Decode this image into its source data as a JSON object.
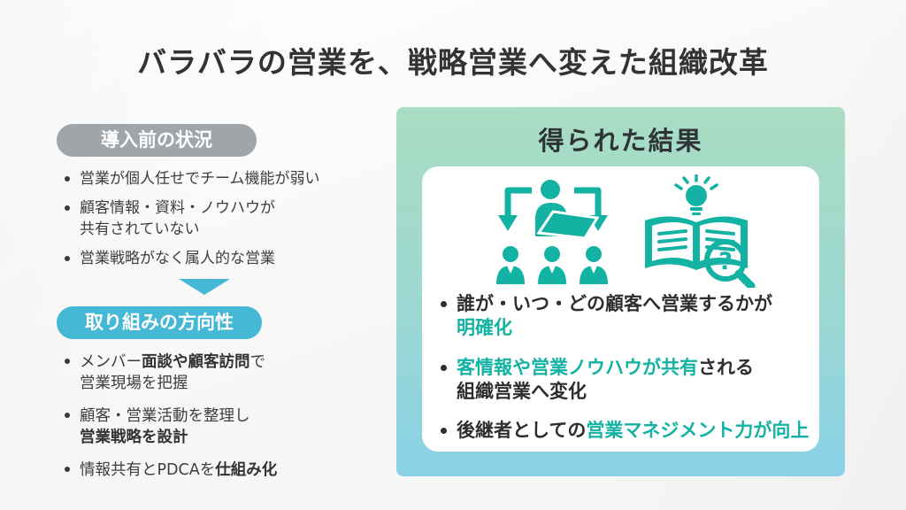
{
  "slide": {
    "title": "バラバラの営業を、戦略営業へ変えた組織改革"
  },
  "colors": {
    "teal": "#13b2a2",
    "cyan": "#45b8d6",
    "gray": "#9fa5a9",
    "panel_top": "#a9dcc2",
    "panel_bottom": "#89d1e7",
    "title_color": "#333333",
    "text_color": "#3e3e3e",
    "result_text": "#2e2e2e"
  },
  "before": {
    "badge": "導入前の状況",
    "item1": "営業が個人任せでチーム機能が弱い",
    "item2_line1": "顧客情報・資料・ノウハウが",
    "item2_line2": "共有されていない",
    "item3": "営業戦略がなく属人的な営業"
  },
  "actions": {
    "badge": "取り組みの方向性",
    "item1_pre": "メンバー",
    "item1_bold": "面談や顧客訪問",
    "item1_post": "で",
    "item1_line2": "営業現場を把握",
    "item2_line1": "顧客・営業活動を整理し",
    "item2_line2_bold": "営業戦略を設計",
    "item3_pre": "情報共有とPDCAを",
    "item3_bold": "仕組み化"
  },
  "results": {
    "heading": "得られた結果",
    "icons": {
      "left": "team-share-icon",
      "right": "idea-book-search-icon"
    },
    "item1_line1": "誰が・いつ・どの顧客へ営業するかが",
    "item1_line2_teal": "明確化",
    "item2_teal": "客情報や営業ノウハウが共有",
    "item2_dark": "される",
    "item2_line2": "組織営業へ変化",
    "item3_dark": "後継者としての",
    "item3_teal": "営業マネジメント力が向上"
  }
}
